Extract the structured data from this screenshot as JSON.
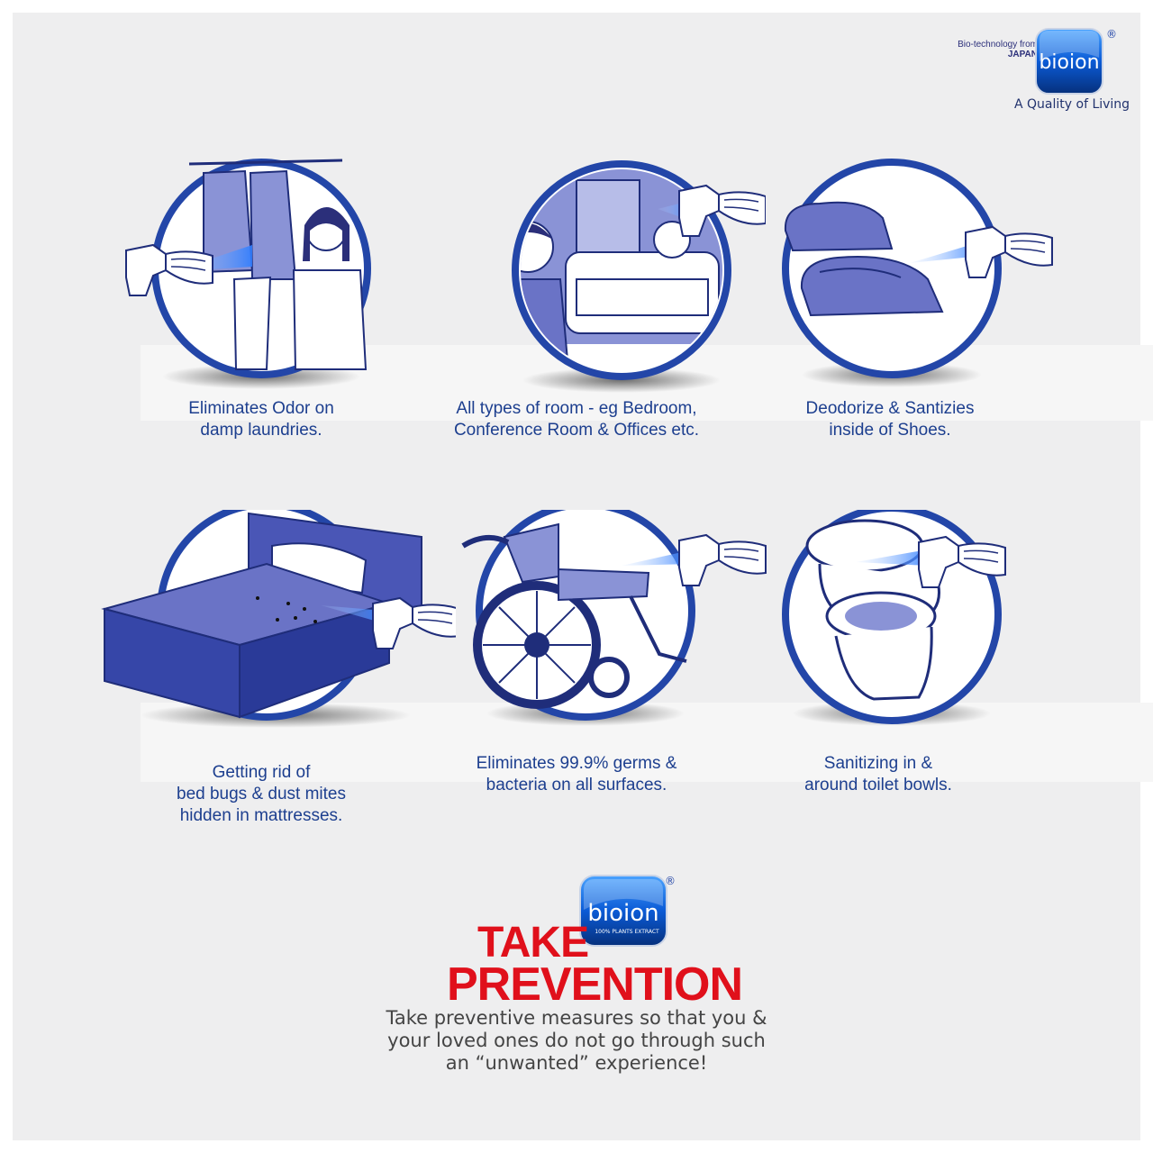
{
  "brand": {
    "tagline_line1": "Bio-technology from",
    "tagline_line2": "JAPAN",
    "logo_text": "bioion",
    "registered": "®",
    "quality": "A Quality of Living",
    "plants_extract": "100% PLANTS EXTRACT"
  },
  "panels": [
    {
      "icon": "laundry-icon",
      "caption": "Eliminates Odor on\ndamp laundries."
    },
    {
      "icon": "room-icon",
      "caption": "All types of room - eg Bedroom,\nConference Room & Offices etc."
    },
    {
      "icon": "shoes-icon",
      "caption": "Deodorize & Santizies\ninside of Shoes."
    },
    {
      "icon": "mattress-icon",
      "caption": "Getting rid of\nbed bugs & dust mites\nhidden in mattresses."
    },
    {
      "icon": "wheelchair-icon",
      "caption": "Eliminates 99.9% germs &\nbacteria on all surfaces."
    },
    {
      "icon": "toilet-icon",
      "caption": "Sanitizing in &\naround toilet bowls."
    }
  ],
  "footer": {
    "take": "TAKE",
    "prevention": "PREVENTION",
    "message": "Take preventive measures so that you &\nyour loved ones do not go through such\nan “unwanted” experience!"
  },
  "colors": {
    "accent_blue": "#2346a8",
    "light_blue": "#8a93d6",
    "red": "#e0101b"
  }
}
